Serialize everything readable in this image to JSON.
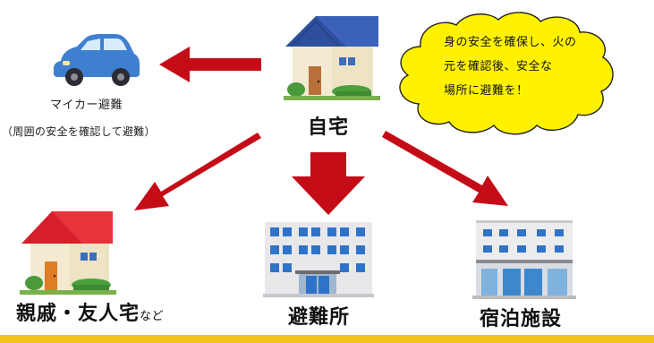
{
  "nodes": {
    "car": {
      "label": "マイカー避難",
      "note": "（周囲の安全を確認して避難）",
      "icon": "car-icon"
    },
    "home": {
      "label": "自宅",
      "icon": "house-icon"
    },
    "relative": {
      "label": "親戚・友人宅",
      "suffix": "など",
      "icon": "house-icon"
    },
    "shelter": {
      "label": "避難所",
      "icon": "school-building-icon"
    },
    "lodging": {
      "label": "宿泊施設",
      "icon": "hotel-building-icon"
    }
  },
  "callout": {
    "lines": [
      "身の安全を確保し、火の",
      "元を確認後、安全な",
      "場所に避難を！"
    ]
  },
  "colors": {
    "arrow": "#c40c17",
    "cloud": "#fff200",
    "bottom_bar": "#f4c21a"
  }
}
